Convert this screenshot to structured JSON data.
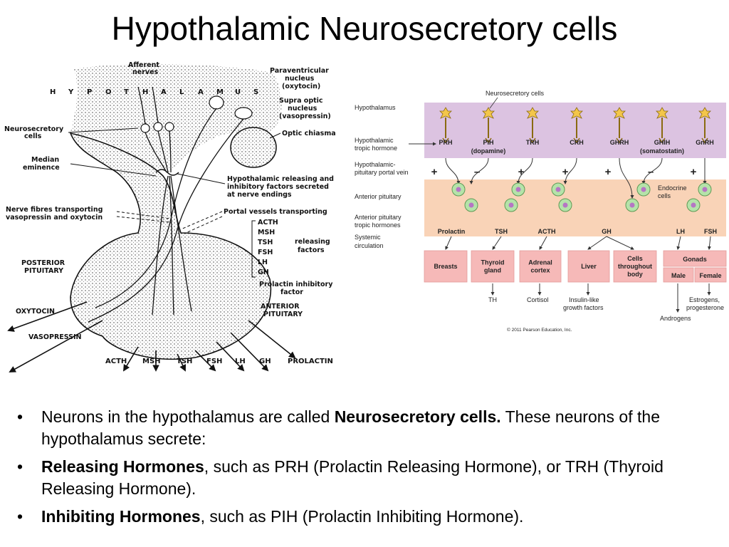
{
  "title": "Hypothalamic Neurosecretory cells",
  "left_diagram": {
    "top_letters": [
      "H",
      "Y",
      "P",
      "O",
      "T",
      "H",
      "A",
      "L",
      "A",
      "M",
      "U",
      "S"
    ],
    "labels": {
      "afferent": [
        "Afferent",
        "nerves"
      ],
      "paraventricular": [
        "Paraventricular",
        "nucleus",
        "(oxytocin)"
      ],
      "supraoptic": [
        "Supra optic",
        "nucleus",
        "(vasopressin)"
      ],
      "optic_chiasma": "Optic chiasma",
      "neurosecretory": [
        "Neurosecretory",
        "cells"
      ],
      "median_eminence": [
        "Median",
        "eminence"
      ],
      "releasing_inhibitory": [
        "Hypothalamic releasing and",
        "inhibitory factors secreted",
        "at nerve endings"
      ],
      "nerve_fibres": [
        "Nerve fibres transporting",
        "vasopressin and oxytocin"
      ],
      "portal_vessels": "Portal vessels transporting",
      "factor_list": [
        "ACTH",
        "MSH",
        "TSH",
        "FSH",
        "LH",
        "GH"
      ],
      "releasing_factors": [
        "releasing",
        "factors"
      ],
      "prolactin_inhibitory": [
        "Prolactin inhibitory",
        "factor"
      ],
      "posterior_pituitary": [
        "POSTERIOR",
        "PITUITARY"
      ],
      "anterior_pituitary": [
        "ANTERIOR",
        "PITUITARY"
      ],
      "oxytocin": "OXYTOCIN",
      "vasopressin": "VASOPRESSIN",
      "outputs": [
        "ACTH",
        "MSH",
        "TSH",
        "FSH",
        "LH",
        "GH",
        "PROLACTIN"
      ]
    }
  },
  "right_diagram": {
    "neurosecretory_cells": "Neurosecretory cells",
    "row_labels": {
      "hypothalamus": "Hypothalamus",
      "tropic": [
        "Hypothalamic",
        "tropic hormone"
      ],
      "portal": [
        "Hypothalamic-",
        "pituitary portal vein"
      ],
      "anterior": "Anterior pituitary",
      "ap_tropic": [
        "Anterior pituitary",
        "tropic hormones"
      ],
      "systemic": [
        "Systemic",
        "circulation"
      ]
    },
    "hypothalamic_hormones": [
      {
        "name": "PRH",
        "sub": ""
      },
      {
        "name": "PIH",
        "sub": "(dopamine)"
      },
      {
        "name": "TRH",
        "sub": ""
      },
      {
        "name": "CRH",
        "sub": ""
      },
      {
        "name": "GHRH",
        "sub": ""
      },
      {
        "name": "GHIH",
        "sub": "(somatostatin)"
      },
      {
        "name": "GnRH",
        "sub": ""
      }
    ],
    "signs": [
      "+",
      "–",
      "+",
      "+",
      "+",
      "–",
      "+"
    ],
    "endocrine_cells": [
      "Endocrine",
      "cells"
    ],
    "pituitary_hormones": [
      "Prolactin",
      "TSH",
      "ACTH",
      "GH",
      "LH",
      "FSH"
    ],
    "targets": {
      "breasts": "Breasts",
      "thyroid": [
        "Thyroid",
        "gland"
      ],
      "adrenal": [
        "Adrenal",
        "cortex"
      ],
      "liver": "Liver",
      "cells": [
        "Cells",
        "throughout",
        "body"
      ],
      "gonads": "Gonads",
      "male": "Male",
      "female": "Female"
    },
    "products": {
      "th": "TH",
      "cortisol": "Cortisol",
      "igf": [
        "Insulin-like",
        "growth factors"
      ],
      "androgens": "Androgens",
      "estrogens": [
        "Estrogens,",
        "progesterone"
      ]
    },
    "copyright": "© 2011 Pearson Education, Inc.",
    "colors": {
      "purple": "#dcc3e1",
      "peach": "#f9d3b7",
      "pink": "#f6b9b8",
      "cell_green": "#b5e3a9",
      "cell_purple": "#b576c4"
    }
  },
  "bullets": [
    {
      "pre": "Neurons in the hypothalamus are called ",
      "bold": "Neurosecretory cells.",
      "post": " These neurons of the hypothalamus secrete:"
    },
    {
      "pre": "",
      "bold": "Releasing Hormones",
      "post": ", such as PRH (Prolactin Releasing Hormone), or TRH (Thyroid Releasing Hormone)."
    },
    {
      "pre": "",
      "bold": "Inhibiting Hormones",
      "post": ", such as PIH (Prolactin Inhibiting Hormone)."
    }
  ]
}
